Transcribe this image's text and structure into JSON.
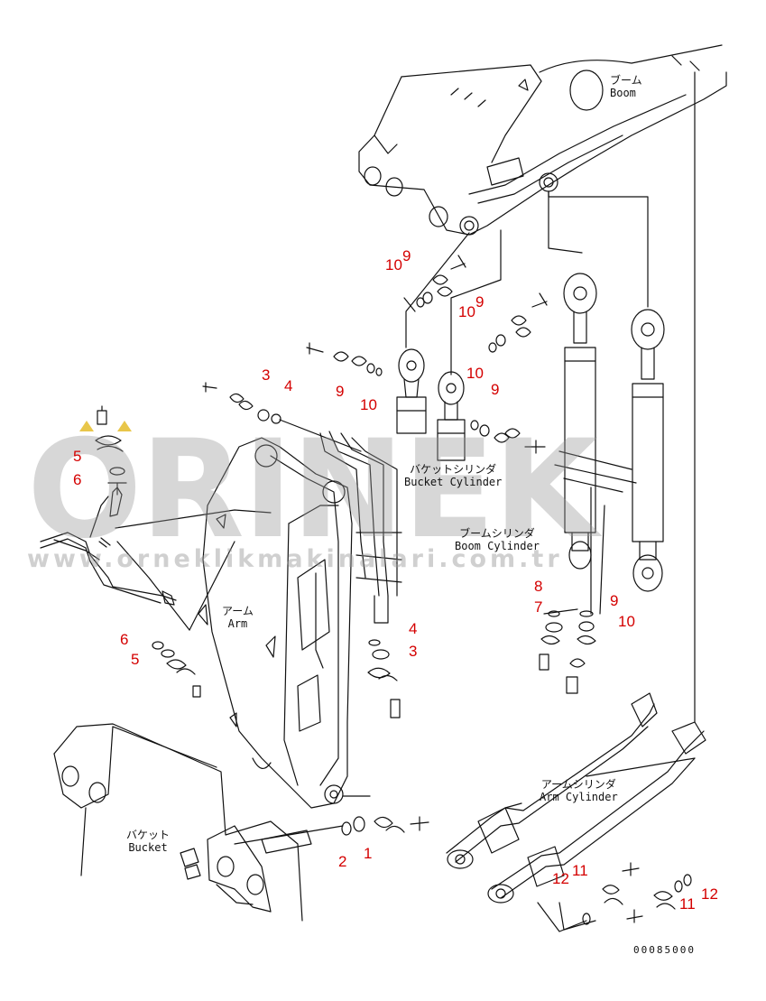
{
  "labels": {
    "boom_jp": "ブーム",
    "boom_en": "Boom",
    "bucket_cyl_jp": "バケットシリンダ",
    "bucket_cyl_en": "Bucket Cylinder",
    "boom_cyl_jp": "ブームシリンダ",
    "boom_cyl_en": "Boom Cylinder",
    "arm_jp": "アーム",
    "arm_en": "Arm",
    "arm_cyl_jp": "アームシリンダ",
    "arm_cyl_en": "Arm Cylinder",
    "bucket_jp": "バケット",
    "bucket_en": "Bucket"
  },
  "callouts": [
    "10",
    "9",
    "10",
    "9",
    "9",
    "10",
    "10",
    "9",
    "3",
    "4",
    "5",
    "6",
    "6",
    "5",
    "8",
    "7",
    "9",
    "10",
    "4",
    "3",
    "2",
    "1",
    "12",
    "11",
    "11",
    "12"
  ],
  "watermark": {
    "main": "ORINEK",
    "url": "www.orneklikmakinalari.com.tr"
  },
  "drawing_id": "00085000",
  "colors": {
    "callout": "#d40000",
    "line": "#111111",
    "watermark": "#969696",
    "logo_accent": "#e8c64a"
  }
}
